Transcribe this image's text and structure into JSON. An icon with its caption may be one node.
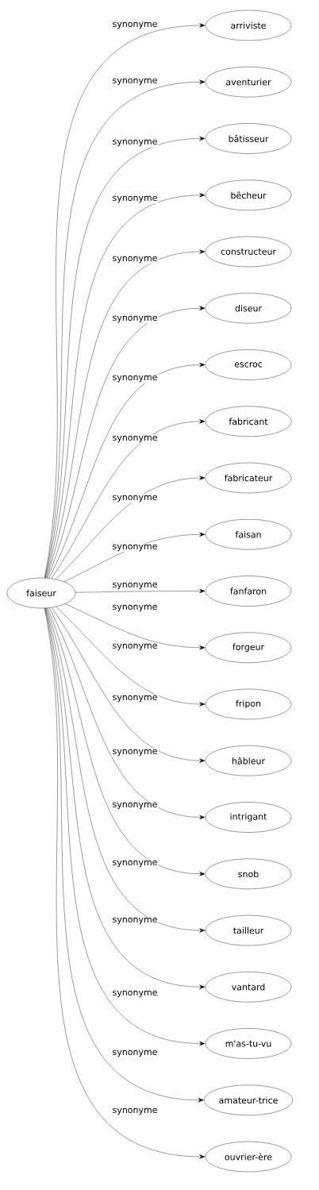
{
  "diagram": {
    "nodes": [
      {
        "text": [
          "faiseur"
        ]
      },
      {
        "text": [
          "arriviste"
        ]
      },
      {
        "text": [
          "aventurier"
        ]
      },
      {
        "text": [
          "bâtisseur"
        ]
      },
      {
        "text": [
          "bêcheur"
        ]
      },
      {
        "text": [
          "constructeur"
        ]
      },
      {
        "text": [
          "diseur"
        ]
      },
      {
        "text": [
          "escroc"
        ]
      },
      {
        "text": [
          "fabricant"
        ]
      },
      {
        "text": [
          "fabricateur"
        ]
      },
      {
        "text": [
          "faisan"
        ]
      },
      {
        "text": [
          "fanfaron"
        ]
      },
      {
        "text": [
          "forgeur"
        ]
      },
      {
        "text": [
          "fripon"
        ]
      },
      {
        "text": [
          "hâbleur"
        ]
      },
      {
        "text": [
          "intrigant"
        ]
      },
      {
        "text": [
          "snob"
        ]
      },
      {
        "text": [
          "tailleur"
        ]
      },
      {
        "text": [
          "vantard"
        ]
      },
      {
        "text": [
          "m'as-tu-vu"
        ]
      },
      {
        "text": [
          "amateur-trice"
        ]
      },
      {
        "text": [
          "ouvrier-ère"
        ]
      }
    ],
    "edges": [
      {
        "from": 0,
        "to": 1,
        "arrow": "to",
        "label": "synonyme"
      },
      {
        "from": 0,
        "to": 2,
        "arrow": "to",
        "label": "synonyme"
      },
      {
        "from": 0,
        "to": 3,
        "arrow": "to",
        "label": "synonyme"
      },
      {
        "from": 0,
        "to": 4,
        "arrow": "to",
        "label": "synonyme"
      },
      {
        "from": 0,
        "to": 5,
        "arrow": "to",
        "label": "synonyme"
      },
      {
        "from": 0,
        "to": 6,
        "arrow": "to",
        "label": "synonyme"
      },
      {
        "from": 0,
        "to": 7,
        "arrow": "to",
        "label": "synonyme"
      },
      {
        "from": 0,
        "to": 8,
        "arrow": "to",
        "label": "synonyme"
      },
      {
        "from": 0,
        "to": 9,
        "arrow": "to",
        "label": "synonyme"
      },
      {
        "from": 0,
        "to": 10,
        "arrow": "to",
        "label": "synonyme"
      },
      {
        "from": 0,
        "to": 11,
        "arrow": "to",
        "label": "synonyme"
      },
      {
        "from": 0,
        "to": 12,
        "arrow": "to",
        "label": "synonyme"
      },
      {
        "from": 0,
        "to": 13,
        "arrow": "to",
        "label": "synonyme"
      },
      {
        "from": 0,
        "to": 14,
        "arrow": "to",
        "label": "synonyme"
      },
      {
        "from": 0,
        "to": 15,
        "arrow": "to",
        "label": "synonyme"
      },
      {
        "from": 0,
        "to": 16,
        "arrow": "to",
        "label": "synonyme"
      },
      {
        "from": 0,
        "to": 17,
        "arrow": "to",
        "label": "synonyme"
      },
      {
        "from": 0,
        "to": 18,
        "arrow": "to",
        "label": "synonyme"
      },
      {
        "from": 0,
        "to": 19,
        "arrow": "to",
        "label": "synonyme"
      },
      {
        "from": 0,
        "to": 20,
        "arrow": "to",
        "label": "synonyme"
      },
      {
        "from": 0,
        "to": 21,
        "arrow": "to",
        "label": "synonyme"
      }
    ]
  }
}
